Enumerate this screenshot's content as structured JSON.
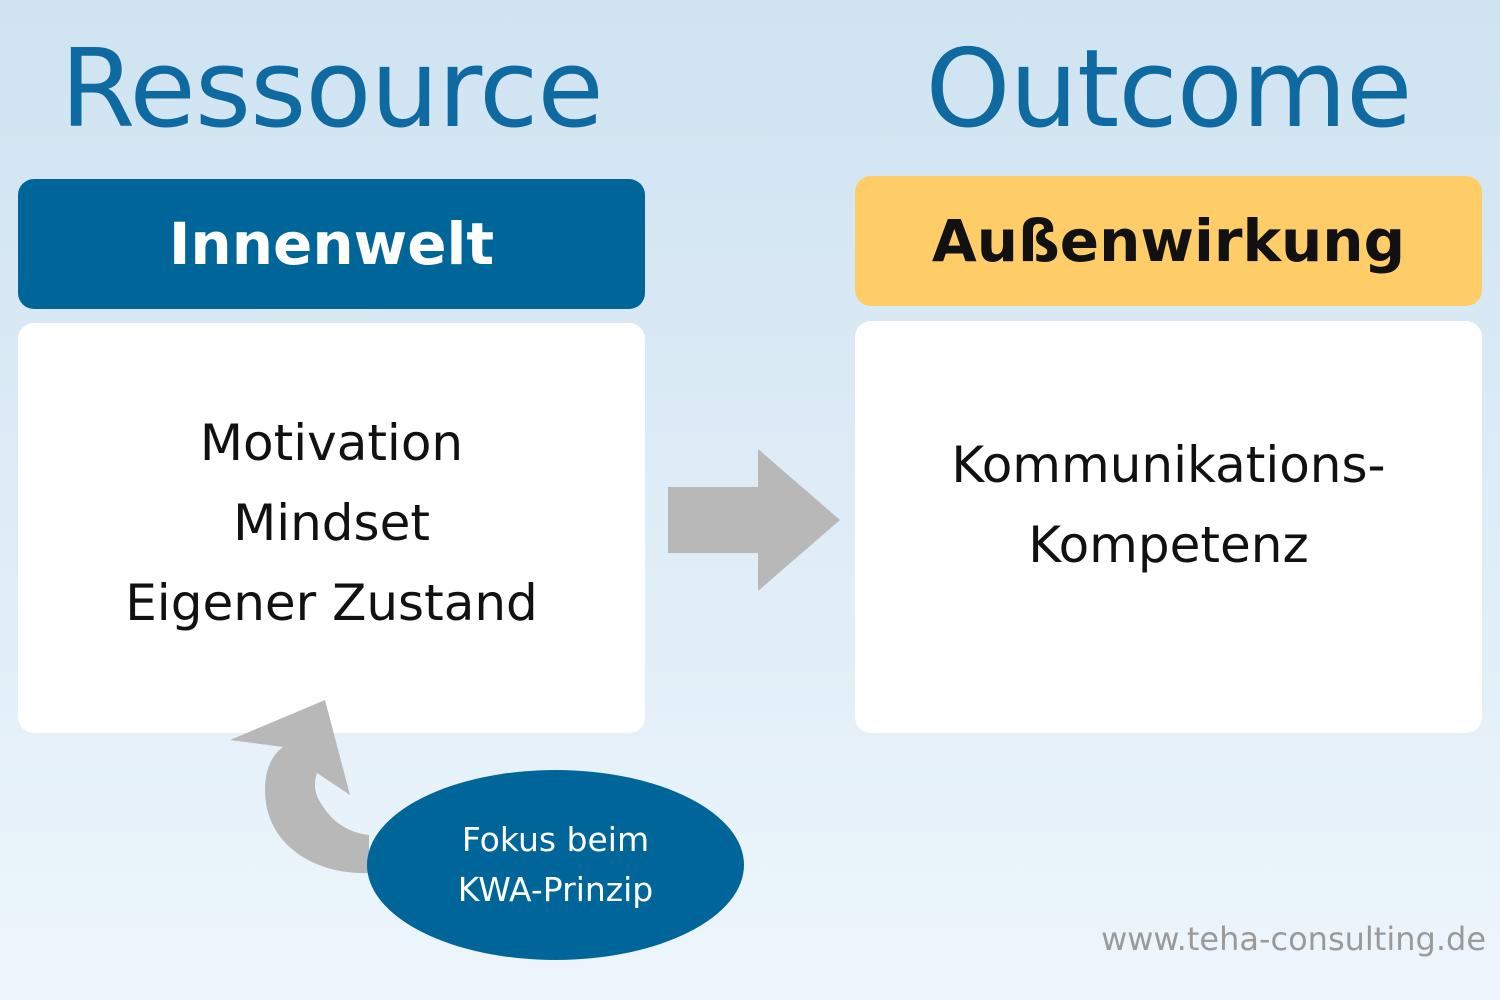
{
  "left": {
    "title": "Ressource",
    "header": "Innenwelt",
    "items": [
      "Motivation",
      "Mindset",
      "Eigener Zustand"
    ]
  },
  "right": {
    "title": "Outcome",
    "header": "Außenwirkung",
    "items": [
      "Kommunikations-",
      "Kompetenz"
    ]
  },
  "focus": {
    "lines": [
      "Fokus beim",
      "KWA-Prinzip"
    ]
  },
  "website": "www.teha-consulting.de",
  "colors": {
    "primary_blue": "#006699",
    "title_blue": "#0e6aa0",
    "accent_yellow": "#fecd68",
    "arrow_gray": "#b8b8b8"
  }
}
